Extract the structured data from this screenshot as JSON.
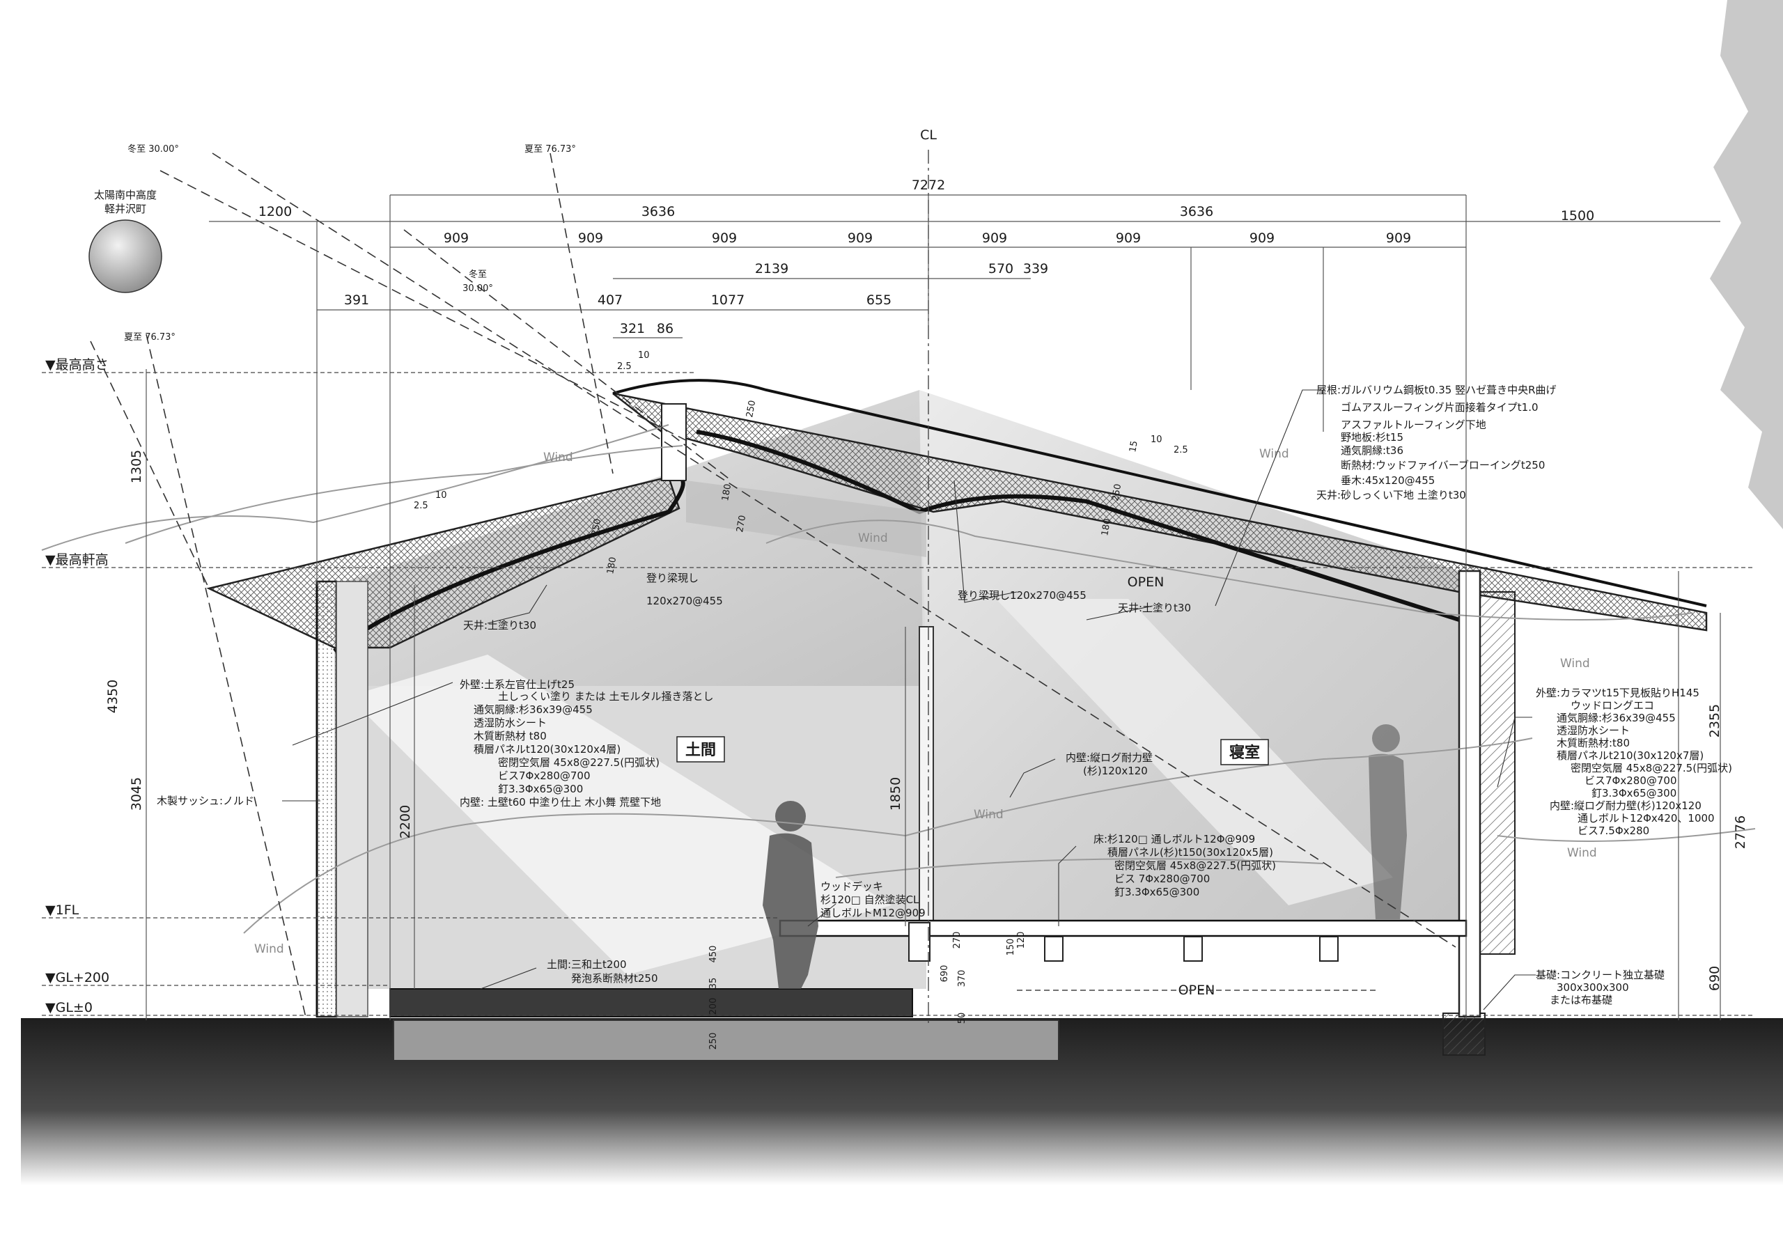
{
  "sun": {
    "caption": [
      "太陽南中高度",
      "軽井沢町"
    ],
    "angles": {
      "winter_top": "冬至 30.00°",
      "summer_top": "夏至 76.73°",
      "winter_mid": [
        "冬至",
        "30.00°"
      ],
      "summer_left": "夏至 76.73°"
    }
  },
  "centerline": "CL",
  "dimensions": {
    "overall": "7272",
    "row2": [
      "1200",
      "3636",
      "3636",
      "1500"
    ],
    "modules": [
      "909",
      "909",
      "909",
      "909",
      "909",
      "909",
      "909",
      "909"
    ],
    "row4": [
      "2139",
      "570",
      "339"
    ],
    "row5": [
      "391",
      "407",
      "1077",
      "655"
    ],
    "row6": [
      "321",
      "86"
    ],
    "vertical_left": [
      "1305",
      "4350",
      "3045",
      "2200",
      "1850"
    ],
    "vertical_small": [
      "450",
      "35",
      "200",
      "250",
      "270",
      "690",
      "370",
      "50",
      "150",
      "120"
    ],
    "vertical_right": [
      "2355",
      "2776",
      "690"
    ],
    "slopes": [
      "2.5",
      "10",
      "2.5",
      "10",
      "10",
      "2.5"
    ],
    "roof_section": [
      "250",
      "180",
      "250",
      "180",
      "270",
      "180",
      "15",
      "250"
    ]
  },
  "levels": [
    "▼最高高さ",
    "▼最高軒高",
    "▼1FL",
    "▼GL+200",
    "▼GL±0"
  ],
  "rooms": [
    "土間",
    "寝室"
  ],
  "openings": [
    "OPEN",
    "OPEN"
  ],
  "wind": [
    "Wind",
    "Wind",
    "Wind",
    "Wind",
    "Wind",
    "Wind",
    "Wind"
  ],
  "notes": {
    "roof": [
      "屋根:ガルバリウム鋼板t0.35 竪ハゼ葺き中央R曲げ",
      "ゴムアスルーフィング片面接着タイプt1.0",
      "アスファルトルーフィング下地",
      "野地板:杉t15",
      "通気胴縁:t36",
      "断熱材:ウッドファイバーブローイングt250",
      "垂木:45x120@455",
      "天井:砂しっくい下地 土塗りt30"
    ],
    "beam_left": [
      "登り梁現し",
      "120x270@455"
    ],
    "beam_right": "登り梁現し120x270@455",
    "ceiling_left": "天井:土塗りt30",
    "ceiling_right": "天井:土塗りt30",
    "wall_left": [
      "外壁:土系左官仕上げt25",
      "土しっくい塗り または 土モルタル掻き落とし",
      "通気胴縁:杉36x39@455",
      "透湿防水シート",
      "木質断熱材 t80",
      "積層パネルt120(30x120x4層)",
      "密閉空気層 45x8@227.5(円弧状)",
      "ビス7Φx280@700",
      "釘3.3Φx65@300",
      "内壁: 土壁t60 中塗り仕上 木小舞 荒壁下地"
    ],
    "sash": "木製サッシュ:ノルド",
    "inner_wall": [
      "内壁:縦ログ耐力壁",
      "(杉)120x120"
    ],
    "floor": [
      "床:杉120□ 通しボルト12Φ@909",
      "積層パネル(杉)t150(30x120x5層)",
      "密閉空気層 45x8@227.5(円弧状)",
      "ビス 7Φx280@700",
      "釘3.3Φx65@300"
    ],
    "deck": [
      "ウッドデッキ",
      "杉120□ 自然塗装CL",
      "通しボルトM12@909"
    ],
    "earth_floor": [
      "土間:三和土t200",
      "発泡系断熱材t250"
    ],
    "wall_right": [
      "外壁:カラマツt15下見板貼りH145",
      "ウッドロングエコ",
      "通気胴縁:杉36x39@455",
      "透湿防水シート",
      "木質断熱材:t80",
      "積層パネルt210(30x120x7層)",
      "密閉空気層 45x8@227.5(円弧状)",
      "ビス7Φx280@700",
      "釘3.3Φx65@300",
      "内壁:縦ログ耐力壁(杉)120x120",
      "通しボルト12Φx420、1000",
      "ビス7.5Φx280"
    ],
    "foundation": [
      "基礎:コンクリート独立基礎",
      "300x300x300",
      "または布基礎"
    ]
  }
}
